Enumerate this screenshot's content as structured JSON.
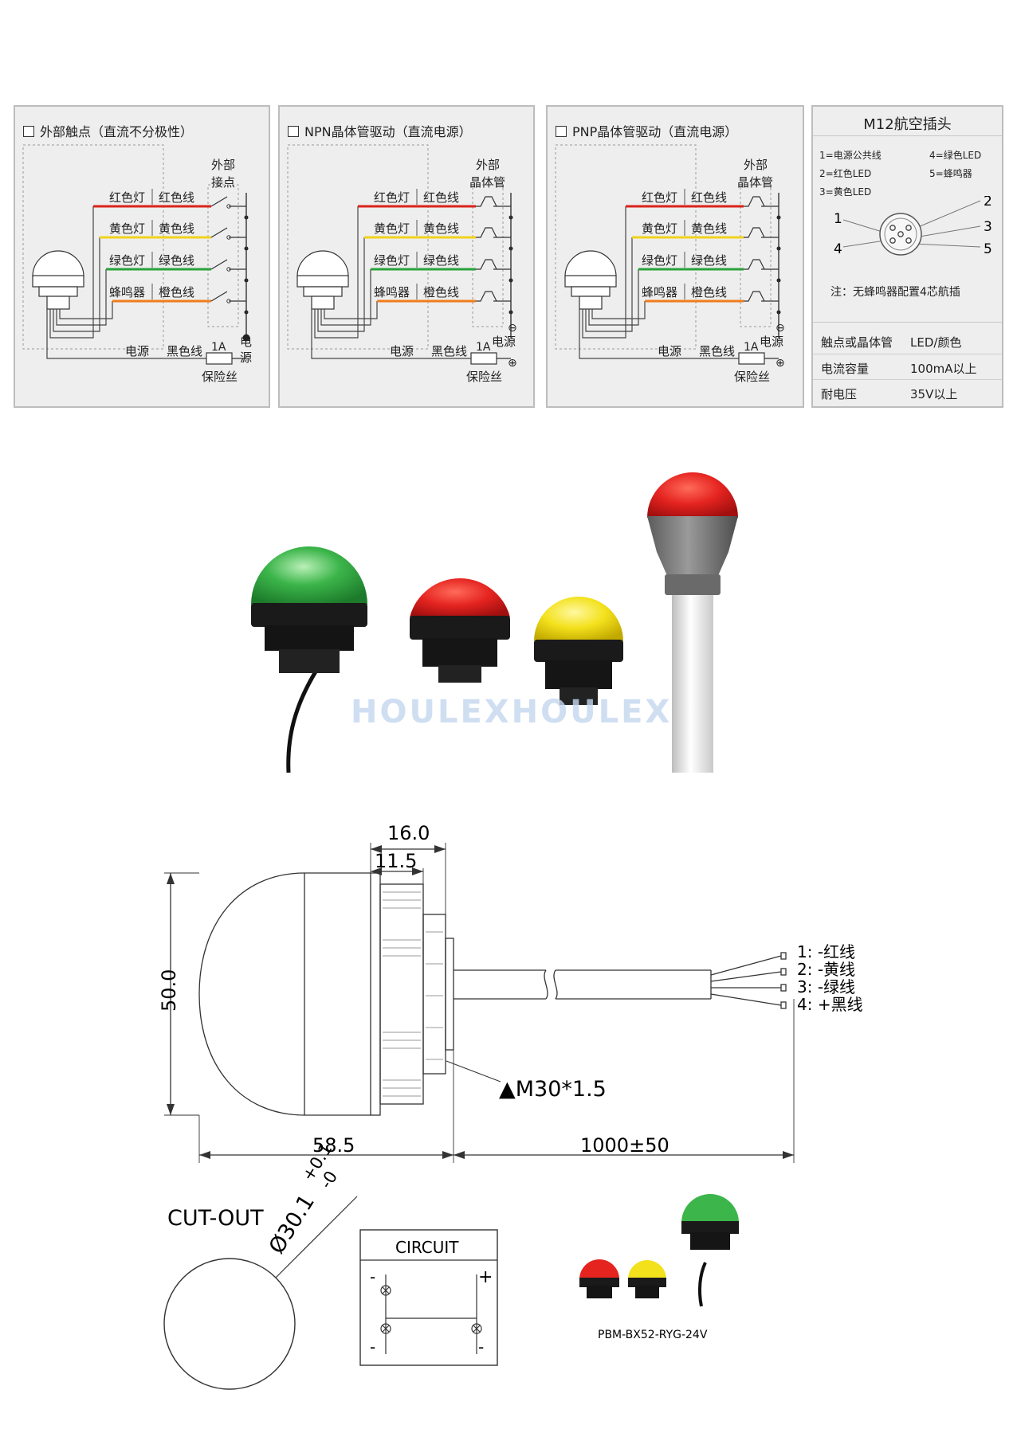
{
  "panels": [
    {
      "title": "外部触点（直流不分极性）",
      "switch_label_1": "外部",
      "switch_label_2": "接点",
      "rows": [
        {
          "lamp": "红色灯",
          "wire": "红色线",
          "color": "#d9241c"
        },
        {
          "lamp": "黄色灯",
          "wire": "黄色线",
          "color": "#f2d21b"
        },
        {
          "lamp": "绿色灯",
          "wire": "绿色线",
          "color": "#2aa23a"
        },
        {
          "lamp": "蜂鸣器",
          "wire": "橙色线",
          "color": "#f07c1a"
        }
      ],
      "power": "电源",
      "black_wire": "黑色线",
      "fuse_rating": "1A",
      "fuse": "保险丝",
      "supply_1": "电",
      "supply_2": "源"
    },
    {
      "title": "NPN晶体管驱动（直流电源）",
      "switch_label_1": "外部",
      "switch_label_2": "晶体管",
      "rows": [
        {
          "lamp": "红色灯",
          "wire": "红色线",
          "color": "#d9241c"
        },
        {
          "lamp": "黄色灯",
          "wire": "黄色线",
          "color": "#f2d21b"
        },
        {
          "lamp": "绿色灯",
          "wire": "绿色线",
          "color": "#2aa23a"
        },
        {
          "lamp": "蜂鸣器",
          "wire": "橙色线",
          "color": "#f07c1a"
        }
      ],
      "power": "电源",
      "black_wire": "黑色线",
      "fuse_rating": "1A",
      "fuse": "保险丝",
      "supply": "电源",
      "minus": "⊖",
      "plus": "⊕"
    },
    {
      "title": "PNP晶体管驱动（直流电源）",
      "switch_label_1": "外部",
      "switch_label_2": "晶体管",
      "rows": [
        {
          "lamp": "红色灯",
          "wire": "红色线",
          "color": "#d9241c"
        },
        {
          "lamp": "黄色灯",
          "wire": "黄色线",
          "color": "#f2d21b"
        },
        {
          "lamp": "绿色灯",
          "wire": "绿色线",
          "color": "#2aa23a"
        },
        {
          "lamp": "蜂鸣器",
          "wire": "橙色线",
          "color": "#f07c1a"
        }
      ],
      "power": "电源",
      "black_wire": "黑色线",
      "fuse_rating": "1A",
      "fuse": "保险丝",
      "supply": "电源",
      "minus": "⊖",
      "plus": "⊕"
    }
  ],
  "m12": {
    "title": "M12航空插头",
    "pins_left": [
      "1=电源公共线",
      "2=红色LED",
      "3=黄色LED"
    ],
    "pins_right": [
      "4=绿色LED",
      "5=蜂鸣器"
    ],
    "pin_numbers": [
      "1",
      "2",
      "3",
      "4",
      "5"
    ],
    "note": "注：无蜂鸣器配置4芯航插",
    "specs": [
      {
        "key": "触点或晶体管",
        "value": "LED/颜色"
      },
      {
        "key": "电流容量",
        "value": "100mA以上"
      },
      {
        "key": "耐电压",
        "value": "35V以上"
      }
    ]
  },
  "photo": {
    "watermark": "HOULEXHOULEX",
    "colors": {
      "green": "#3cb54a",
      "red": "#e52420",
      "yellow": "#f3e11c"
    }
  },
  "drawing": {
    "dim_16": "16.0",
    "dim_11_5": "11.5",
    "dim_50": "50.0",
    "dim_58_5": "58.5",
    "dim_cable": "1000±50",
    "thread": "▲M30*1.5",
    "wires": [
      "1:  -红线",
      "2:  -黄线",
      "3:  -绿线",
      "4:  +黑线"
    ],
    "cutout_label": "CUT-OUT",
    "cutout_dim": "Ø30.1",
    "cutout_tol_plus": "+0.1",
    "cutout_tol_minus": "-0",
    "circuit_title": "CIRCUIT",
    "circuit_plus": "+",
    "circuit_minus_1": "-",
    "circuit_minus_2": "-",
    "circuit_minus_3": "-",
    "model": "PBM-BX52-RYG-24V"
  }
}
